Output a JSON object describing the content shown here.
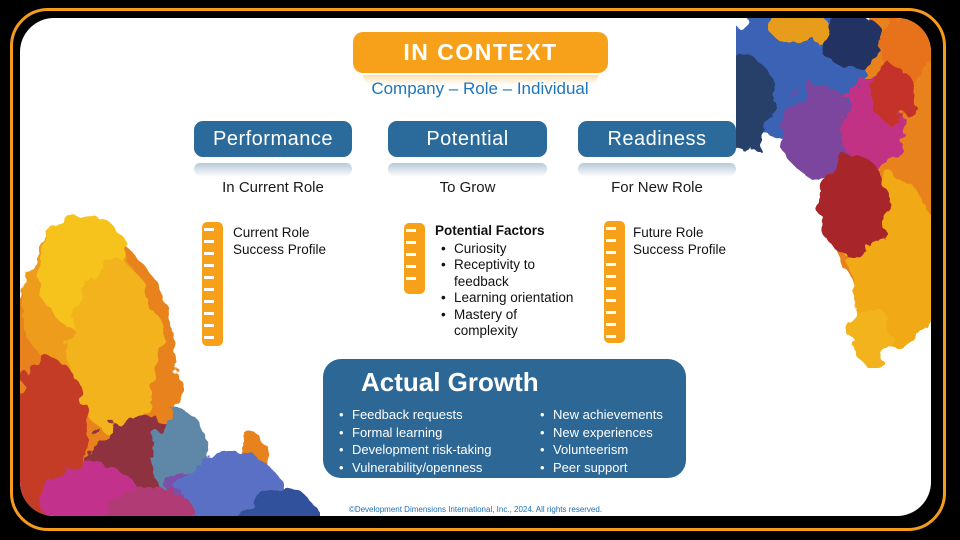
{
  "title_banner": {
    "label": "IN CONTEXT"
  },
  "subtitle": "Company – Role – Individual",
  "columns": {
    "performance": {
      "header": "Performance",
      "context": "In Current Role",
      "profile_line1": "Current Role",
      "profile_line2": "Success Profile"
    },
    "potential": {
      "header": "Potential",
      "context": "To Grow",
      "factors_title": "Potential Factors",
      "factors": [
        "Curiosity",
        "Receptivity to feedback",
        "Learning orientation",
        "Mastery of complexity"
      ]
    },
    "readiness": {
      "header": "Readiness",
      "context": "For New Role",
      "profile_line1": "Future Role",
      "profile_line2": "Success Profile"
    }
  },
  "actual_growth": {
    "title": "Actual Growth",
    "left_items": [
      "Feedback requests",
      "Formal learning",
      "Development risk-taking",
      "Vulnerability/openness"
    ],
    "right_items": [
      "New achievements",
      "New experiences",
      "Volunteerism",
      "Peer support"
    ]
  },
  "footer": "©Development Dimensions International, Inc., 2024. All rights reserved.",
  "icons": {
    "ruler": "ruler-icon (orange vertical ruler with white tick marks)",
    "paint_left": "paint-splash-left (abstract painted texture)",
    "paint_right": "paint-splash-right (abstract painted texture)"
  },
  "colors": {
    "frame_outline_orange": "#F59C1C",
    "banner_orange": "#F7A11B",
    "header_blue": "#2B6B9C",
    "growth_panel_blue": "#2C6796",
    "subtitle_blue": "#1D76BC",
    "footer_blue": "#1B6FB8",
    "background_black": "#000000",
    "card_white": "#FFFFFF"
  }
}
